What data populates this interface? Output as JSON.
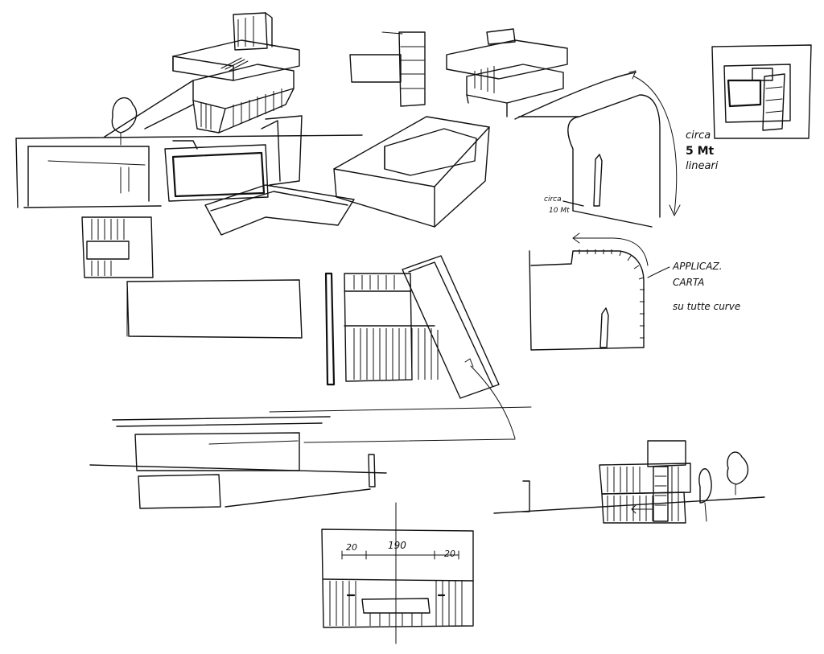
{
  "annotations": {
    "circa": "circa",
    "five_mt": "5 Mt",
    "lineari": "lineari",
    "circa_10mt_1": "circa",
    "circa_10mt_2": "10 Mt",
    "applicaz": "APPLICAZ.",
    "carta": "CARTA",
    "su_tutte_curve": "su tutte curve"
  },
  "dimensions": {
    "center": "190",
    "left": "20",
    "right": "20"
  }
}
